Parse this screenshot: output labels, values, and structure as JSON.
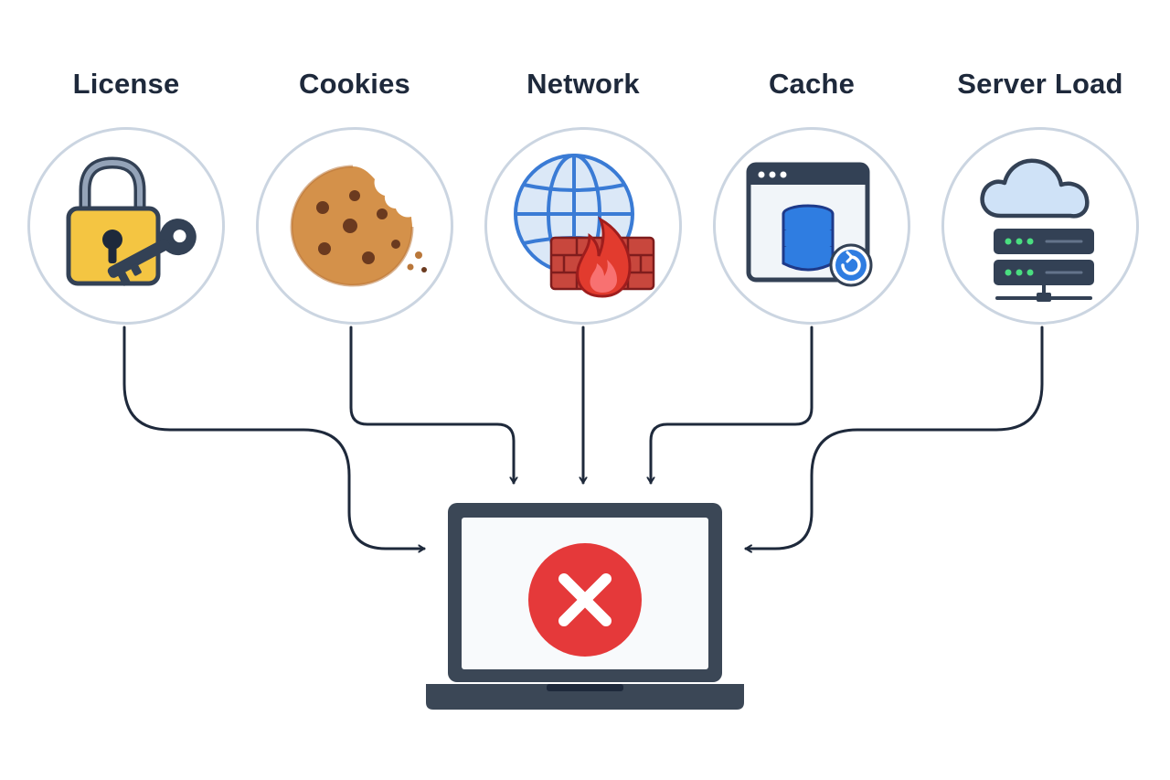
{
  "nodes": [
    {
      "id": "license",
      "label": "License",
      "icon": "padlock-key-icon"
    },
    {
      "id": "cookies",
      "label": "Cookies",
      "icon": "cookie-icon"
    },
    {
      "id": "network",
      "label": "Network",
      "icon": "globe-firewall-icon"
    },
    {
      "id": "cache",
      "label": "Cache",
      "icon": "browser-database-icon"
    },
    {
      "id": "server-load",
      "label": "Server Load",
      "icon": "cloud-server-icon"
    }
  ],
  "target": {
    "icon": "laptop-error-icon",
    "status": "error"
  },
  "colors": {
    "text": "#1e293b",
    "circle_border": "#cbd5e1",
    "connector": "#1e293b",
    "lock_gold": "#f4c542",
    "key_dark": "#334155",
    "cookie": "#d4914a",
    "cookie_chip": "#6b3a1f",
    "globe": "#3a7bd5",
    "globe_fill": "#dbe8f7",
    "fire": "#e23b2e",
    "brick": "#c8473d",
    "database": "#2f7de1",
    "cloud": "#cfe2f7",
    "server_led": "#4ade80",
    "error_red": "#e5393a",
    "laptop_frame": "#3b4756"
  }
}
